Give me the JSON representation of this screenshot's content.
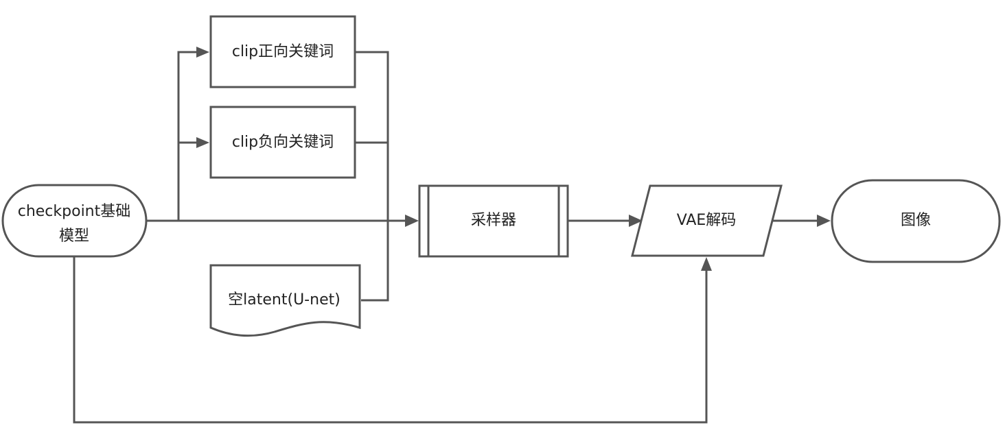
{
  "nodes": {
    "checkpoint": {
      "line1": "checkpoint基础",
      "line2": "模型"
    },
    "clip_positive": {
      "label": "clip正向关键词"
    },
    "clip_negative": {
      "label": "clip负向关键词"
    },
    "empty_latent": {
      "label": "空latent(U-net)"
    },
    "sampler": {
      "label": "采样器"
    },
    "vae_decode": {
      "label": "VAE解码"
    },
    "image": {
      "label": "图像"
    }
  },
  "edges": [
    {
      "from": "checkpoint",
      "to": "clip_positive"
    },
    {
      "from": "checkpoint",
      "to": "clip_negative"
    },
    {
      "from": "checkpoint",
      "to": "sampler"
    },
    {
      "from": "clip_positive",
      "to": "sampler"
    },
    {
      "from": "clip_negative",
      "to": "sampler"
    },
    {
      "from": "empty_latent",
      "to": "sampler"
    },
    {
      "from": "sampler",
      "to": "vae_decode"
    },
    {
      "from": "checkpoint",
      "to": "vae_decode"
    },
    {
      "from": "vae_decode",
      "to": "image"
    }
  ],
  "colors": {
    "stroke": "#555555",
    "text": "#222222",
    "background": "#ffffff"
  }
}
